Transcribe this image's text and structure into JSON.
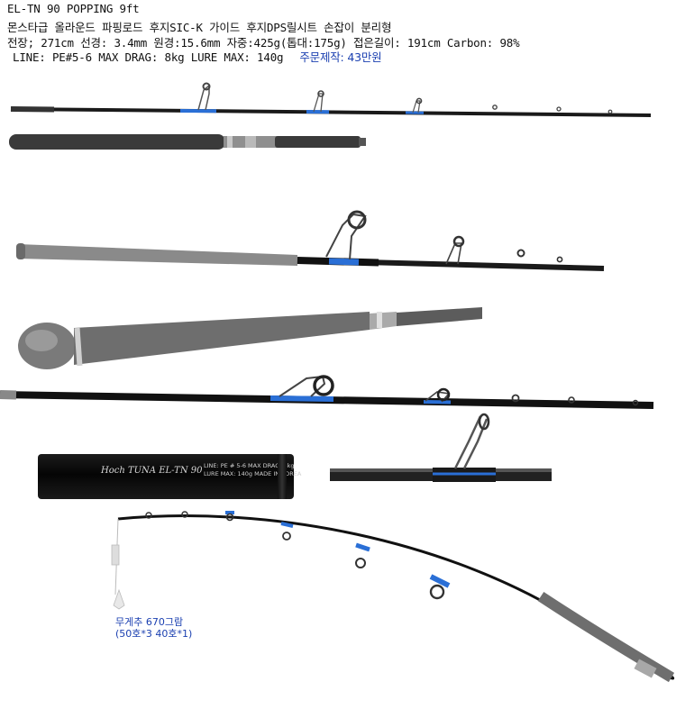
{
  "specs": {
    "title": "EL-TN 90 POPPING 9ft",
    "line1": "몬스타급 올라운드 파핑로드 후지SIC-K 가이드 후지DPS릴시트  손잡이 분리형",
    "line2": "전장; 271cm  선경: 3.4mm  원경:15.6mm  자중:425g(톱대:175g)  접은길이: 191cm  Carbon: 98%",
    "line3": "LINE: PE#5-6  MAX DRAG: 8kg  LURE MAX: 140g",
    "price": "주문제작: 43만원"
  },
  "rod_label": {
    "brand": "Hoch TUNA  EL-TN 90",
    "line_a": "LINE: PE # 5-6   MAX DRAG: 8kg",
    "line_b": "LURE MAX: 140g   MADE IN KOREA"
  },
  "weight_note": {
    "line1": "무게추 670그람",
    "line2": "(50호*3 40호*1)"
  },
  "colors": {
    "accent_blue": "#1a3fb0",
    "rod_blue": "#2a6fd6",
    "rod_black": "#151515",
    "grip_gray": "#6e6e6e"
  }
}
